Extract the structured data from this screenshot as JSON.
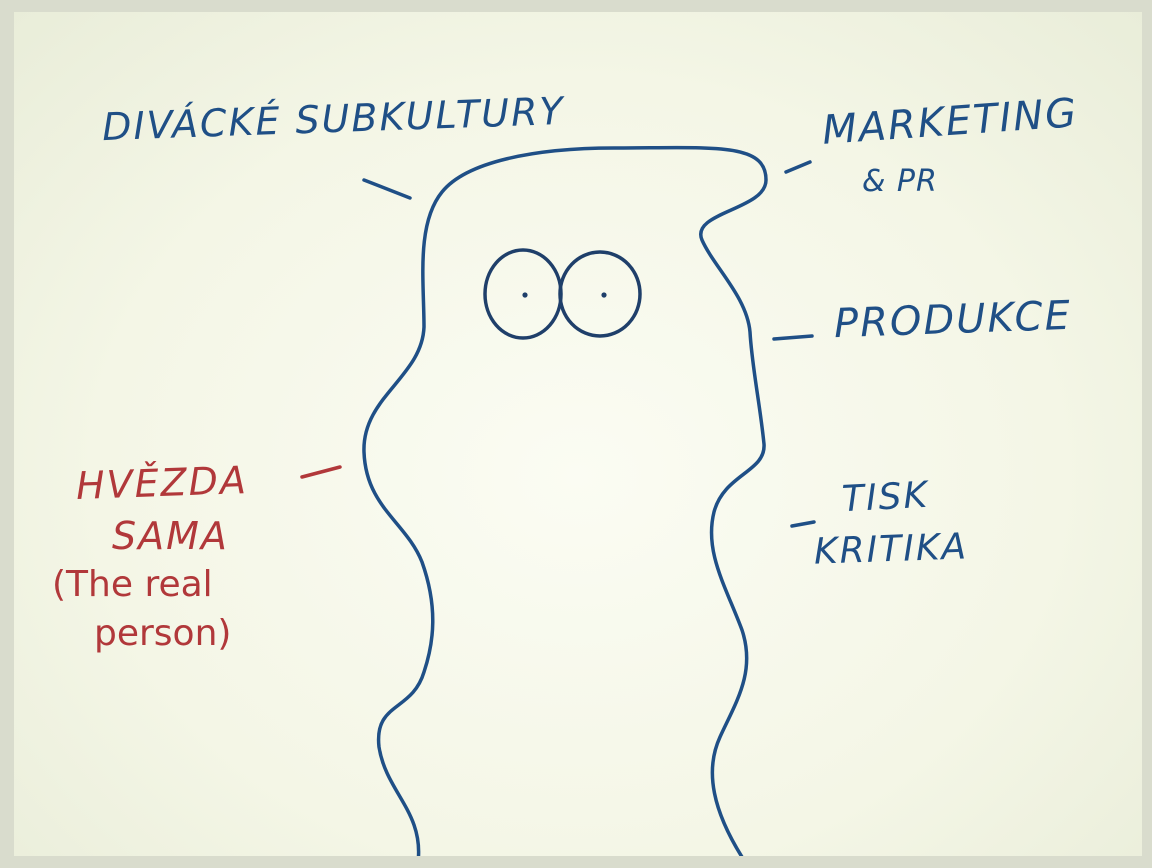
{
  "labels": {
    "divacke": "DIVÁCKÉ SUBKULTURY",
    "marketing": "MARKETING",
    "pr": "& PR",
    "produkce": "PRODUKCE",
    "tisk": "TISK",
    "kritika": "KRITIKA",
    "hvezda": "HVĚZDA",
    "sama": "SAMA",
    "real_line1": "(The real",
    "real_line2": "person)"
  },
  "colors": {
    "blue_ink": "#1f4f86",
    "red_ink": "#b1383a",
    "board": "#f7f8ec"
  }
}
